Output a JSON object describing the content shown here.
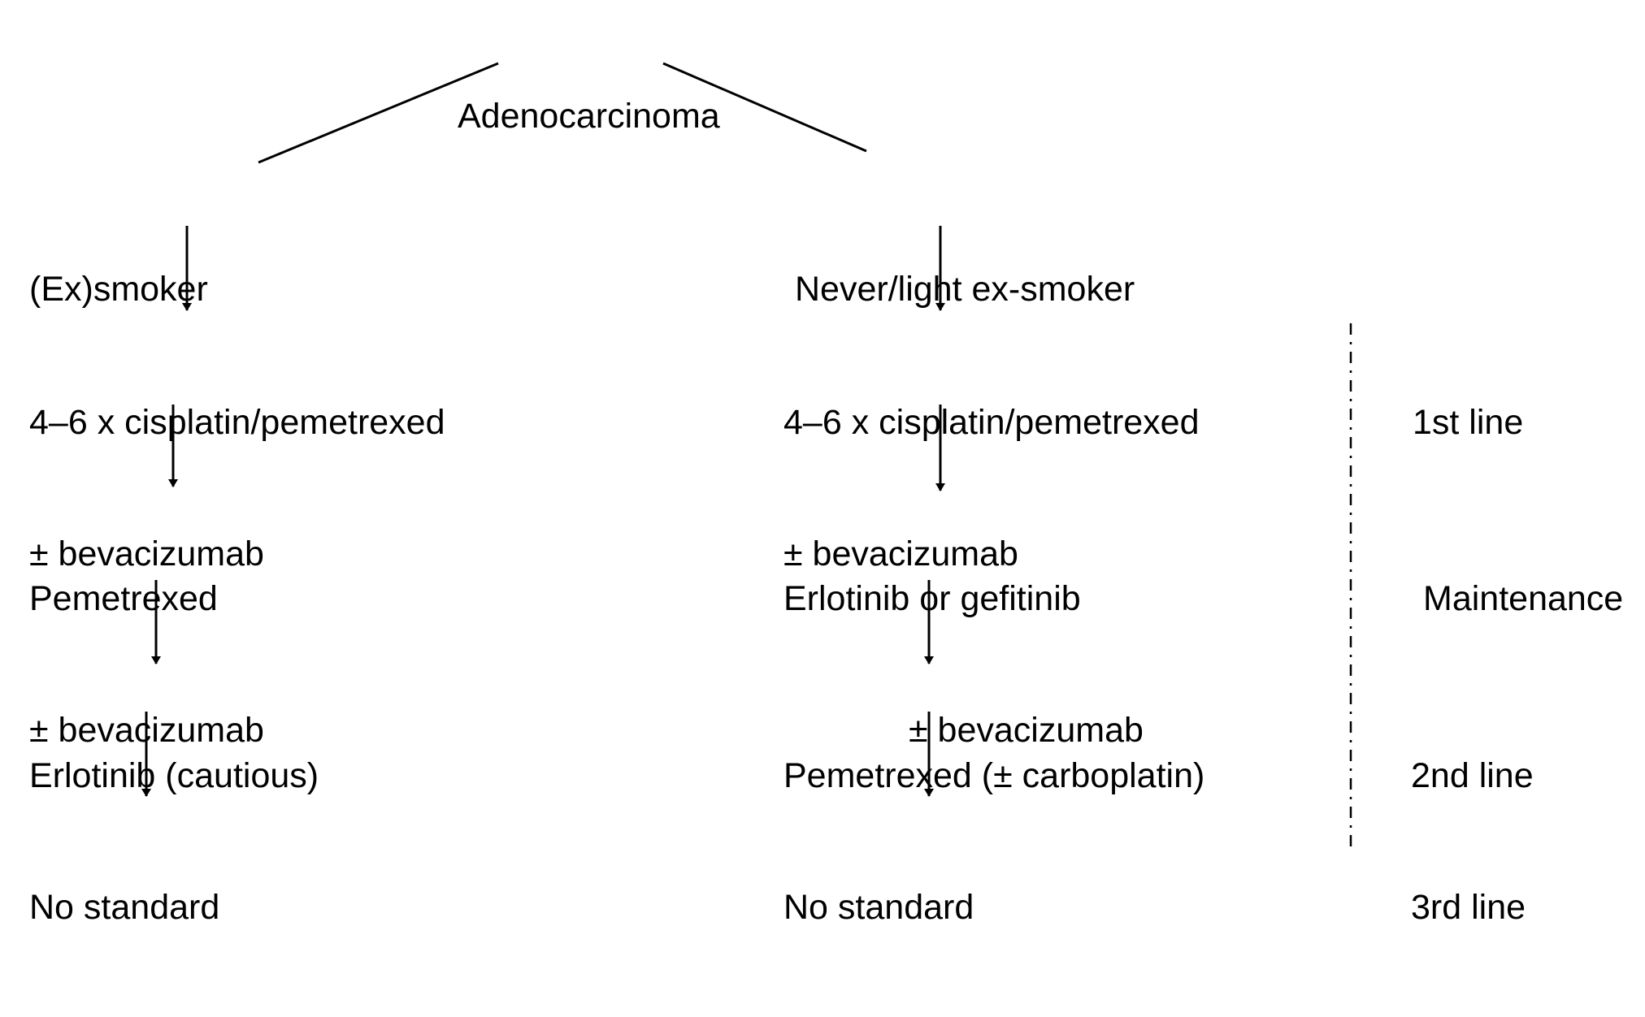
{
  "diagram": {
    "root": "Adenocarcinoma",
    "branches": [
      {
        "label": "(Ex)smoker",
        "steps": [
          [
            "4–6 x cisplatin/pemetrexed",
            "± bevacizumab"
          ],
          [
            "Pemetrexed",
            "± bevacizumab"
          ],
          [
            "Erlotinib (cautious)"
          ],
          [
            "No standard"
          ]
        ]
      },
      {
        "label": "Never/light ex-smoker",
        "steps": [
          [
            "4–6 x cisplatin/pemetrexed",
            "± bevacizumab"
          ],
          [
            "Erlotinib or gefitinib",
            "± bevacizumab"
          ],
          [
            "Pemetrexed (± carboplatin)"
          ],
          [
            "No standard"
          ]
        ]
      }
    ],
    "lines": [
      "1st line",
      "Maintenance",
      "2nd line",
      "3rd line"
    ]
  },
  "colors": {
    "text": "#000000",
    "stroke": "#000000",
    "background": "#ffffff"
  }
}
